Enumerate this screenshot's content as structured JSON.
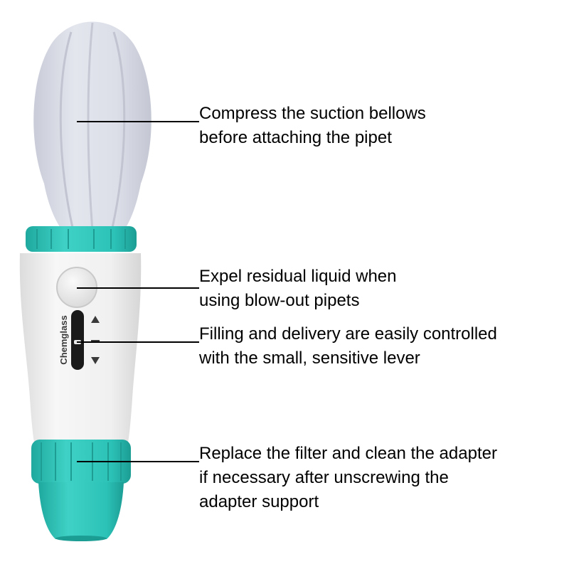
{
  "brand": "Chemglass",
  "colors": {
    "bulb": "#dfe1ea",
    "body": "#f1f2f2",
    "accent": "#28c1b6",
    "lever": "#1a1a1a",
    "text": "#000000"
  },
  "callouts": [
    {
      "lines": [
        "Compress the suction bellows",
        "before attaching the pipet"
      ]
    },
    {
      "lines": [
        "Expel residual liquid when",
        "using blow-out pipets"
      ]
    },
    {
      "lines": [
        "Filling and delivery are easily controlled",
        "with the small, sensitive lever"
      ]
    },
    {
      "lines": [
        "Replace the filter and clean the adapter",
        "if necessary after unscrewing the",
        "adapter support"
      ]
    }
  ]
}
